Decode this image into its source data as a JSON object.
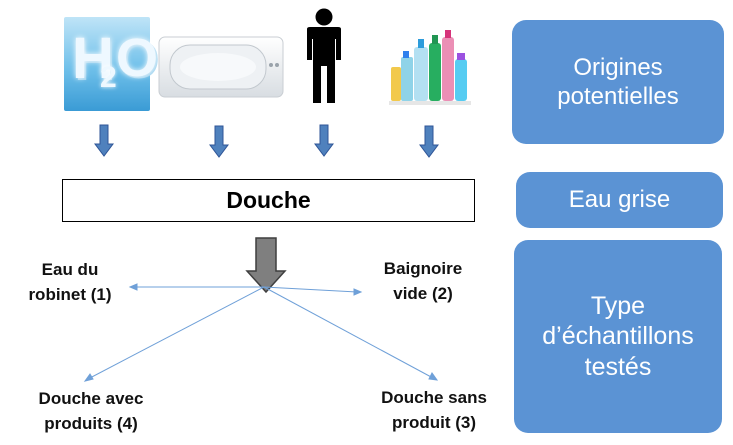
{
  "sources": {
    "water": {
      "icon": "h2o-icon",
      "text_h": "H",
      "text_sub": "2",
      "text_o": "O"
    },
    "bathtub": {
      "icon": "bathtub-icon"
    },
    "person": {
      "icon": "person-icon"
    },
    "products": {
      "icon": "bottles-icon"
    }
  },
  "center_box": {
    "label": "Douche"
  },
  "right_boxes": {
    "origins": "Origines potentielles",
    "grey_water": "Eau grise",
    "samples": "Type d’échantillons testés",
    "color": "#5b93d4"
  },
  "samples": {
    "tap_water": "Eau du robinet (1)",
    "empty_tub": "Baignoire vide (2)",
    "with_products": "Douche avec produits (4)",
    "without_products": "Douche sans produit (3)"
  },
  "colors": {
    "small_arrow": "#4f81bd",
    "big_arrow": "#7f7f7f",
    "branch_lines": "#6fa0d8"
  }
}
